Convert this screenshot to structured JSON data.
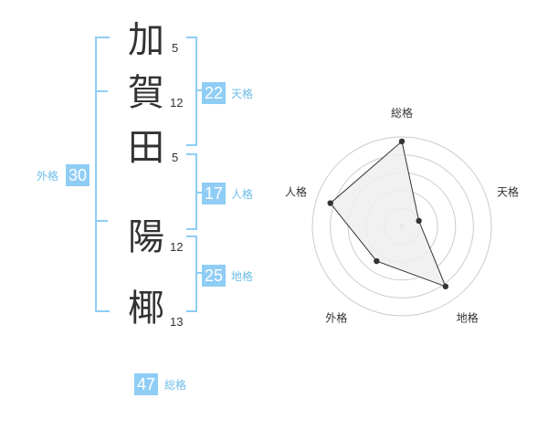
{
  "name": {
    "characters": [
      {
        "char": "加",
        "strokes": "5"
      },
      {
        "char": "賀",
        "strokes": "12"
      },
      {
        "char": "田",
        "strokes": "5"
      },
      {
        "char": "陽",
        "strokes": "12"
      },
      {
        "char": "椰",
        "strokes": "13"
      }
    ]
  },
  "fortune": {
    "tenkaku": {
      "label": "天格",
      "value": "22"
    },
    "jinkaku": {
      "label": "人格",
      "value": "17"
    },
    "chikaku": {
      "label": "地格",
      "value": "25"
    },
    "gaikaku": {
      "label": "外格",
      "value": "30"
    },
    "soukaku": {
      "label": "総格",
      "value": "47"
    }
  },
  "chart_data": {
    "type": "radar",
    "axes": [
      "総格",
      "天格",
      "地格",
      "外格",
      "人格"
    ],
    "values": [
      0.95,
      0.2,
      0.83,
      0.48,
      0.84
    ],
    "range": [
      0,
      1
    ],
    "rings": 5,
    "colors": {
      "fill": "#eeeeee",
      "line": "#333333",
      "grid": "#cccccc",
      "center": "#cccccc"
    }
  }
}
